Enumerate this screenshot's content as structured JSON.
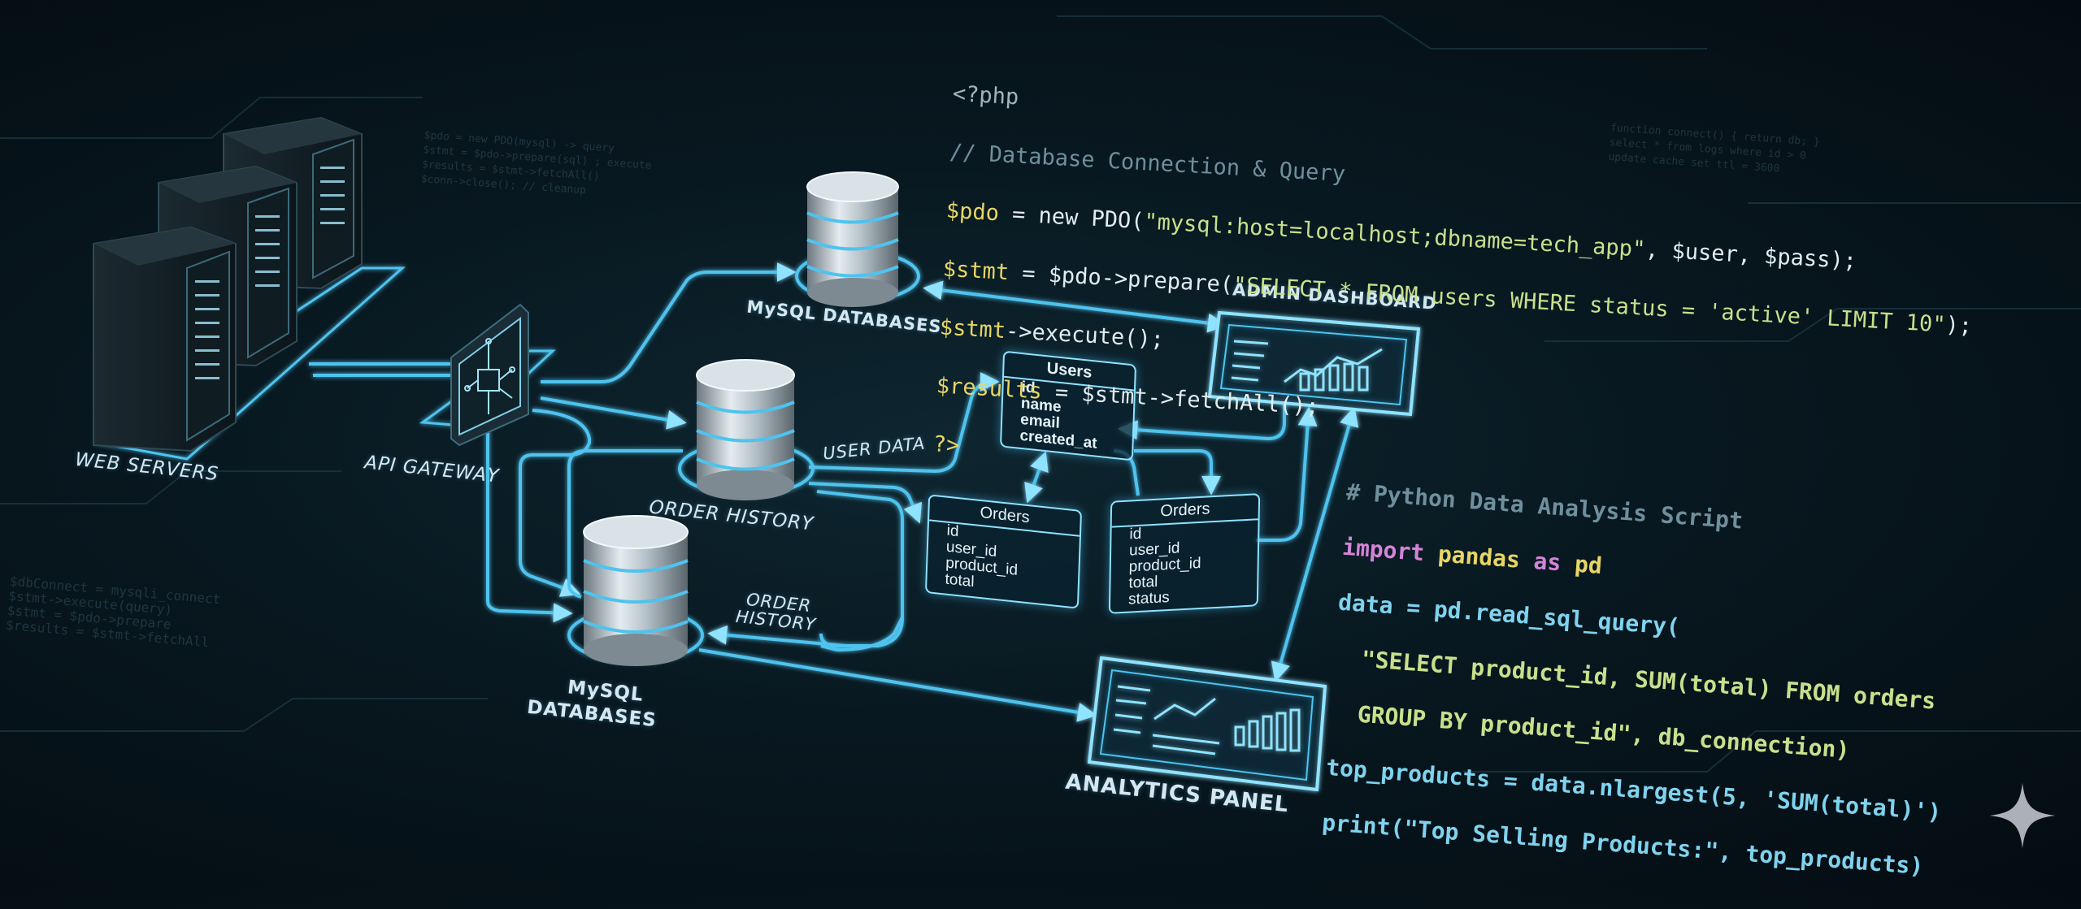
{
  "labels": {
    "web_servers": "WEB SERVERS",
    "api_gateway": "API GATEWAY",
    "mysql_databases_top": "MySQL DATABASES",
    "order_history_db": "ORDER HISTORY",
    "mysql_databases_bottom_1": "MySQL",
    "mysql_databases_bottom_2": "DATABASES",
    "user_data": "USER DATA",
    "order_history_link_1": "ORDER",
    "order_history_link_2": "HISTORY",
    "admin_dashboard": "ADMIN DASHBOARD",
    "analytics_panel": "ANALYTICS PANEL"
  },
  "tables": {
    "users": {
      "title": "Users",
      "fields": [
        "id",
        "name",
        "email",
        "created_at"
      ]
    },
    "orders_left": {
      "title": "Orders",
      "fields": [
        "id",
        "user_id",
        "product_id",
        "total"
      ]
    },
    "orders_right": {
      "title": "Orders",
      "fields": [
        "id",
        "user_id",
        "product_id",
        "total",
        "status"
      ]
    }
  },
  "php_code": {
    "l1": "<?php",
    "l2": "// Database Connection & Query",
    "l3_var": "$pdo",
    "l3_rest": " = new PDO(",
    "l3_str": "\"mysql:host=localhost;dbname=tech_app\"",
    "l3_end": ", $user, $pass);",
    "l4_var": "$stmt",
    "l4_rest": " = $pdo->prepare(",
    "l4_str": "\"SELECT * FROM users WHERE status = 'active' LIMIT 10\"",
    "l4_end": ");",
    "l5_var": "$stmt",
    "l5_rest": "->execute();",
    "l6_var": "$results",
    "l6_rest": " = $stmt->fetchAll();",
    "l7": "?>"
  },
  "python_code": {
    "l1": "# Python Data Analysis Script",
    "l2_kw": "import",
    "l2_mod": " pandas ",
    "l2_as": "as",
    "l2_alias": " pd",
    "l3": "data = pd.read_sql_query(",
    "l4": "  \"SELECT product_id, SUM(total) FROM orders",
    "l5": "  GROUP BY product_id\", db_connection)",
    "l6": "top_products = data.nlargest(5, 'SUM(total)')",
    "l7": "print(\"Top Selling Products:\", top_products)"
  },
  "colors": {
    "accent": "#4fc3ee",
    "glow": "#8fe3ff",
    "background": "#06141b"
  },
  "icons": {
    "server": "server-rack-icon",
    "gateway": "circuit-chip-icon",
    "database": "database-cylinder-icon",
    "dashboard": "dashboard-monitor-icon",
    "sparkle": "sparkle-icon"
  }
}
